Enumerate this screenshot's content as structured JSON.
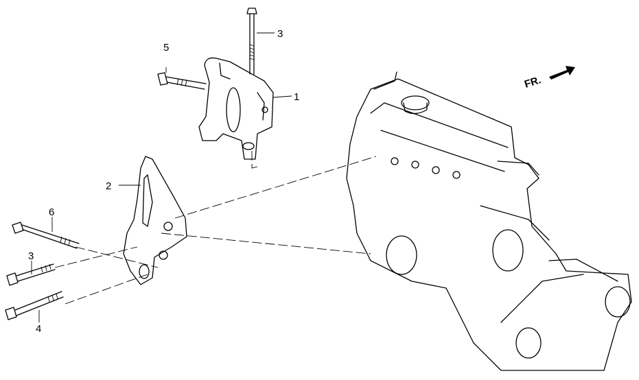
{
  "diagram": {
    "callouts": [
      {
        "id": "bolt-top",
        "label": "3"
      },
      {
        "id": "bolt-5",
        "label": "5"
      },
      {
        "id": "bracket-1",
        "label": "1"
      },
      {
        "id": "bracket-2",
        "label": "2"
      },
      {
        "id": "bolt-6",
        "label": "6"
      },
      {
        "id": "bolt-3-lower",
        "label": "3"
      },
      {
        "id": "bolt-4",
        "label": "4"
      }
    ],
    "direction_indicator": {
      "label": "FR.",
      "icon": "arrow-right-icon"
    }
  }
}
